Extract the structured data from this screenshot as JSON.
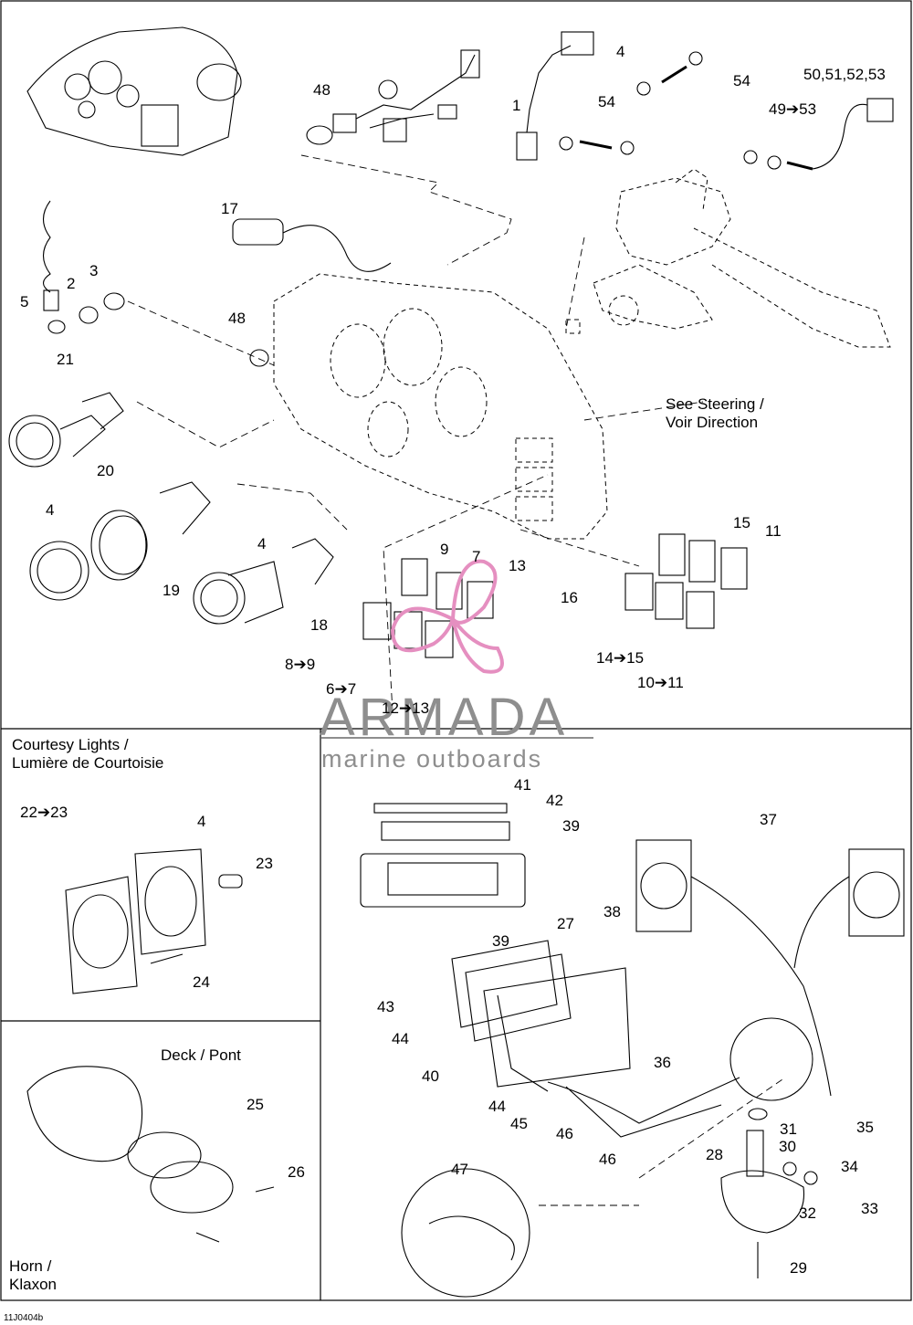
{
  "labels": {
    "p1": "1",
    "p2": "2",
    "p3": "3",
    "p4a": "4",
    "p5": "5",
    "p48a": "48",
    "p48b": "48",
    "p17": "17",
    "p54a": "54",
    "p54b": "54",
    "p49": "49➔53",
    "p50": "50,51,52,53",
    "p21": "21",
    "p20": "20",
    "p4b": "4",
    "p19": "19",
    "p4c": "4",
    "p18": "18",
    "p9": "9",
    "p7": "7",
    "p13": "13",
    "p8": "8➔9",
    "p6": "6➔7",
    "p12": "12➔13",
    "p15": "15",
    "p11": "11",
    "p16": "16",
    "p14": "14➔15",
    "p10": "10➔11",
    "p22": "22➔23",
    "p4d": "4",
    "p23": "23",
    "p24": "24",
    "p25": "25",
    "p26": "26",
    "p41": "41",
    "p42": "42",
    "p39a": "39",
    "p27": "27",
    "p39b": "39",
    "p37": "37",
    "p38": "38",
    "p43": "43",
    "p44a": "44",
    "p40": "40",
    "p44b": "44",
    "p45": "45",
    "p36": "36",
    "p46a": "46",
    "p46b": "46",
    "p31": "31",
    "p30": "30",
    "p35": "35",
    "p28": "28",
    "p34": "34",
    "p32": "32",
    "p33": "33",
    "p29": "29",
    "p47": "47"
  },
  "notes": {
    "steering_line1": "See  Steering /",
    "steering_line2": "Voir Direction",
    "courtesy_line1": "Courtesy Lights /",
    "courtesy_line2": "Lumière de Courtoisie",
    "deck": "Deck / Pont",
    "horn_line1": "Horn /",
    "horn_line2": "Klaxon"
  },
  "watermark": {
    "brand": "ARMADA",
    "tagline": "marine outboards",
    "color": "#8e8e8e",
    "logo_color": "#e58fc0"
  },
  "figure_code": "11J0404b"
}
